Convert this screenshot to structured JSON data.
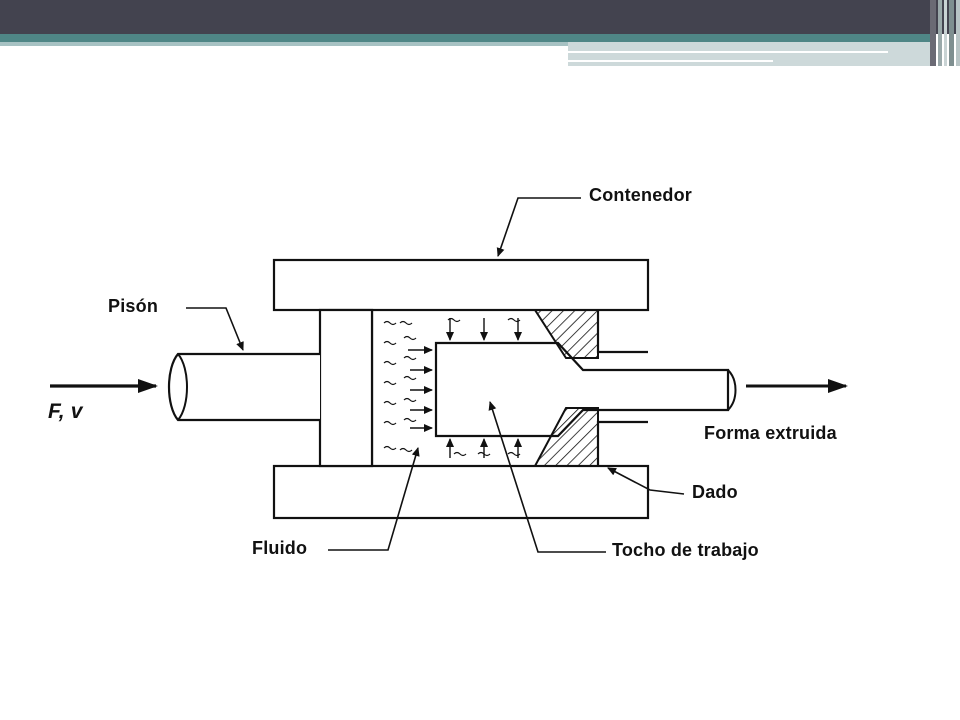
{
  "labels": {
    "contenedor": "Contenedor",
    "pison": "Pisón",
    "fuerza": "F, v",
    "forma": "Forma extruida",
    "dado": "Dado",
    "fluido": "Fluido",
    "tocho": "Tocho de trabajo"
  },
  "colors": {
    "header": "#43434f",
    "accent": "#4f8686",
    "accent_light": "#cdd9da"
  }
}
